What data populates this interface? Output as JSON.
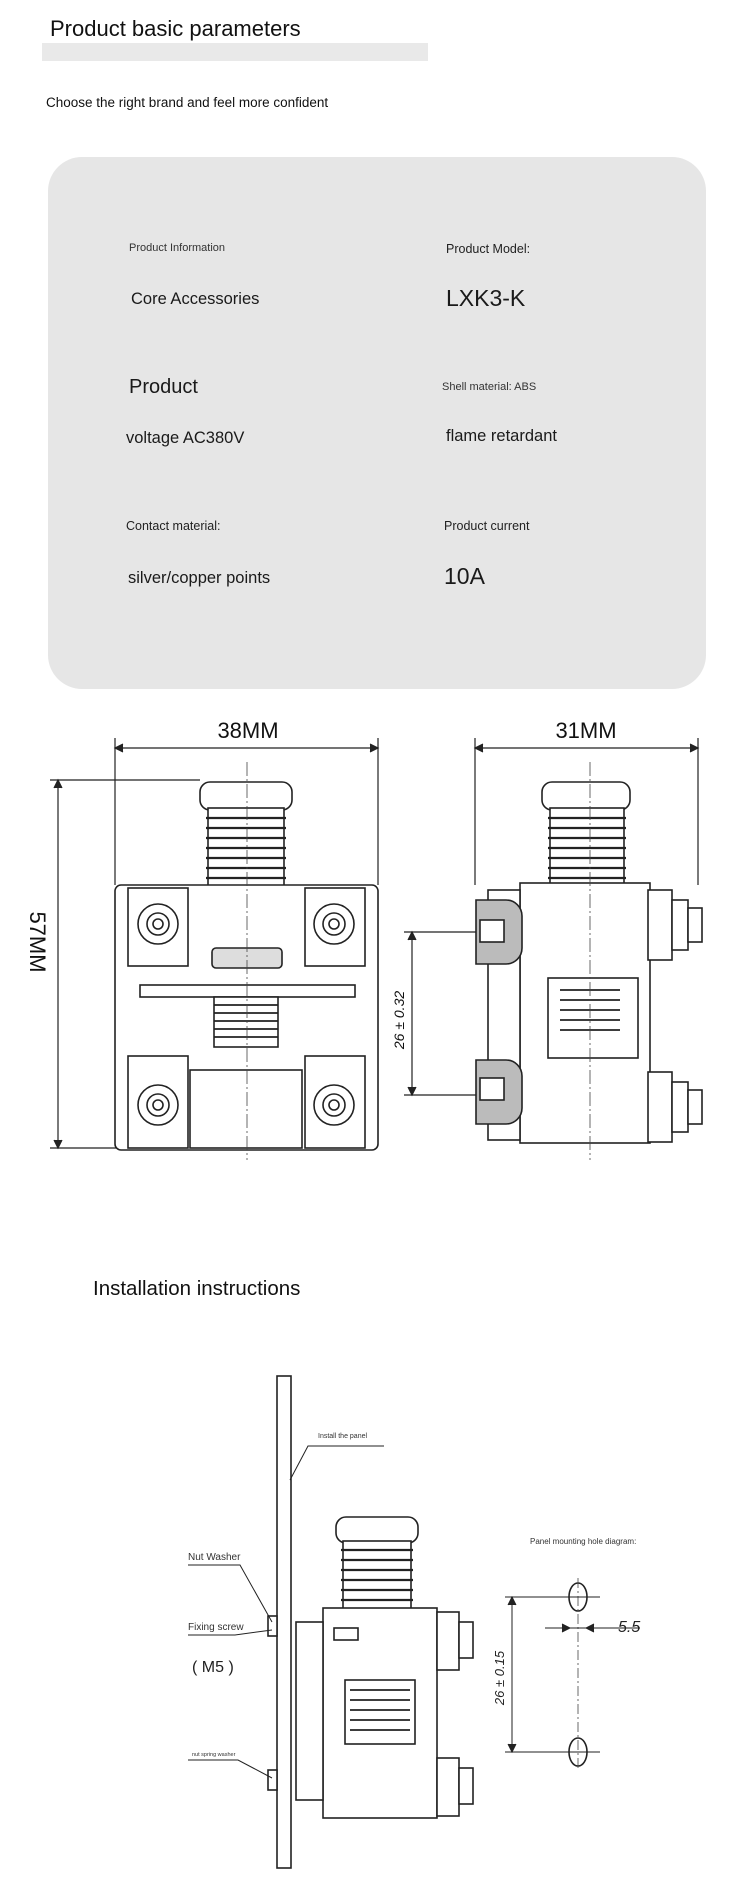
{
  "header": {
    "title": "Product basic parameters",
    "subtitle": "Choose the right brand and feel more confident"
  },
  "params": {
    "product_info_label": "Product Information",
    "product_info_value": "Core Accessories",
    "model_label": "Product Model:",
    "model_value": "LXK3-K",
    "product_label": "Product",
    "voltage_value": "voltage AC380V",
    "shell_label": "Shell material: ABS",
    "shell_value": "flame retardant",
    "contact_label": "Contact material:",
    "contact_value": "silver/copper points",
    "current_label": "Product current",
    "current_value": "10A"
  },
  "dimensions": {
    "width_front": "38MM",
    "width_side": "31MM",
    "height": "57MM",
    "hole_spacing": "26 ± 0.32"
  },
  "installation": {
    "title": "Installation instructions",
    "install_panel": "Install the panel",
    "nut_washer": "Nut Washer",
    "fixing_screw": "Fixing screw",
    "screw_size": "( M5 )",
    "spring_washer": "nut spring washer",
    "panel_hole_diagram": "Panel mounting hole diagram:",
    "hole_width": "5.5",
    "hole_spacing": "26 ± 0.15"
  }
}
